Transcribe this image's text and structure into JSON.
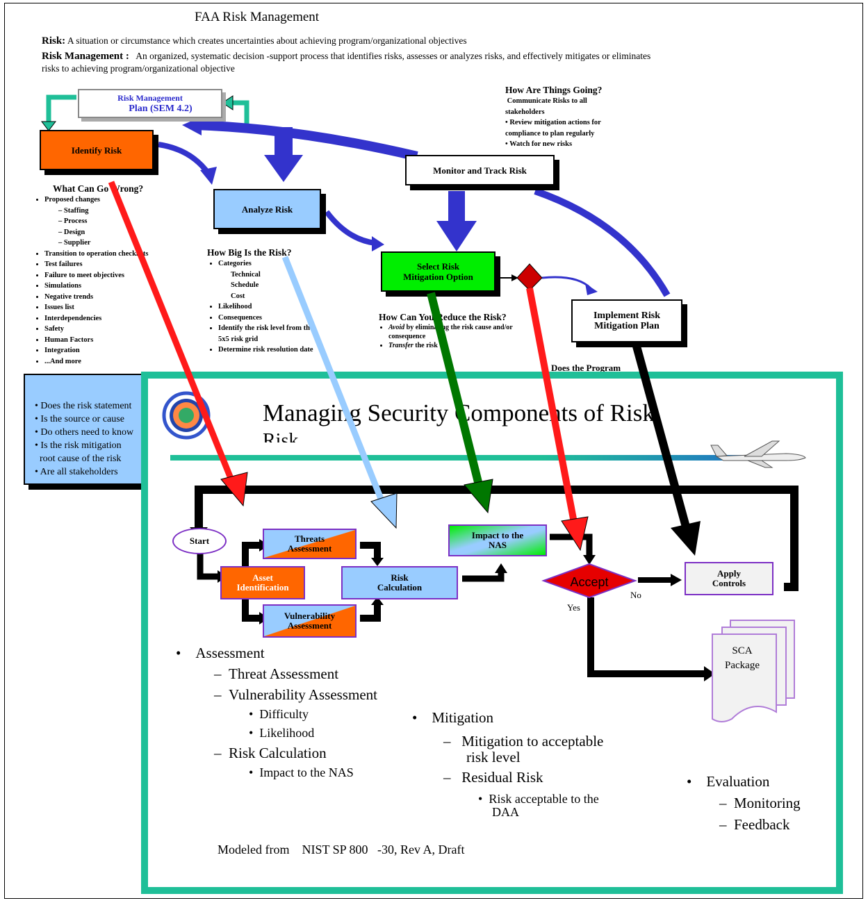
{
  "top": {
    "title": "FAA Risk Management",
    "risk_term": "Risk:",
    "risk_def": "A situation or circumstance which creates uncertainties about achieving program/organizational objectives",
    "rm_term": "Risk Management :",
    "rm_def": "An organized, systematic decision -support process that identifies risks, assesses or analyzes risks, and effectively mitigates or eliminates risks to achieving program/organizational objective"
  },
  "boxes": {
    "plan_line1": "Risk Management",
    "plan_line2": "Plan (SEM 4.2)",
    "identify": "Identify Risk",
    "analyze": "Analyze Risk",
    "monitor": "Monitor and Track Risk",
    "select_line1": "Select Risk",
    "select_line2": "Mitigation Option",
    "implement_line1": "Implement Risk",
    "implement_line2": "Mitigation Plan"
  },
  "how_going": {
    "heading": "How Are Things Going?",
    "items": [
      "Communicate Risks to all stakeholders",
      "Review mitigation actions for compliance to plan regularly",
      "Watch for new risks"
    ]
  },
  "wrong": {
    "heading": "What Can Go Wrong?",
    "item0": "Proposed changes",
    "sub": [
      "Staffing",
      "Process",
      "Design",
      "Supplier"
    ],
    "items": [
      "Transition to operation checklists",
      "Test failures",
      "Failure to meet objectives",
      "Simulations",
      "Negative trends",
      "Issues list",
      "Interdependencies",
      "Safety",
      "Human Factors",
      "Integration",
      "...And more"
    ]
  },
  "big": {
    "heading": "How Big Is the Risk?",
    "item0": "Categories",
    "sub": [
      "Technical",
      "Schedule",
      "Cost"
    ],
    "items": [
      "Likelihood",
      "Consequences",
      "Identify the risk level from the 5x5 risk grid",
      "Determine risk resolution date"
    ]
  },
  "reduce": {
    "heading": "How Can You Reduce the Risk?",
    "item0_em": "Avoid",
    "item0": " by eliminating the risk cause and/or consequence",
    "item1_em": "Transfer",
    "item1": " the risk"
  },
  "program_heading": "Does the Program",
  "bluebox": {
    "items": [
      "Does the risk statement",
      "Is the source or cause",
      "Do others need to know",
      "Is the risk mitigation",
      "root cause of the risk",
      "Are all stakeholders"
    ]
  },
  "panel": {
    "title": "Managing Security Components of Risk",
    "title2": "Risk",
    "start": "Start",
    "threats": "Threats Assessment",
    "asset": "Asset Identification",
    "vulnerability": "Vulnerability Assessment",
    "risk_calc": "Risk Calculation",
    "impact": "Impact to the NAS",
    "accept": "Accept",
    "no": "No",
    "yes": "Yes",
    "apply": "Apply Controls",
    "sca_line1": "SCA",
    "sca_line2": "Package",
    "assessment": "Assessment",
    "threat_assessment": "Threat Assessment",
    "vulnerability_assessment": "Vulnerability Assessment",
    "difficulty": "Difficulty",
    "likelihood": "Likelihood",
    "risk_calculation": "Risk Calculation",
    "impact_nas": "Impact to the NAS",
    "mitigation": "Mitigation",
    "mitigation_acceptable": "Mitigation to acceptable",
    "risk_level": "risk level",
    "residual": "Residual Risk",
    "risk_acceptable": "Risk acceptable to the",
    "daa": "DAA",
    "evaluation": "Evaluation",
    "monitoring": "Monitoring",
    "feedback": "Feedback",
    "modeled_from": "Modeled from",
    "nist": "NIST SP 800",
    "rev": "-30, Rev A, Draft"
  },
  "colors": {
    "orange": "#ff6600",
    "light_blue": "#99ccff",
    "green": "#00ff00",
    "red": "#e60000",
    "dark_blue": "#3333cc",
    "teal": "#1fbf98",
    "purple": "#7c2fc4"
  }
}
